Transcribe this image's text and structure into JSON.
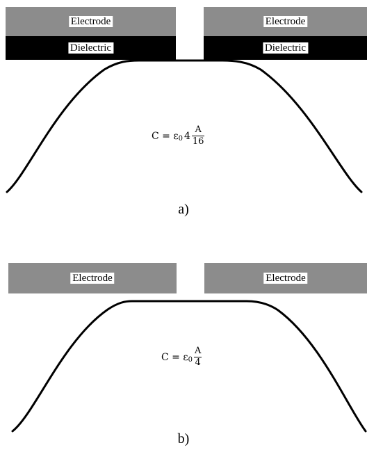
{
  "colors": {
    "electrode": "#8c8c8c",
    "dielectric": "#000000",
    "line": "#000000"
  },
  "panel_a": {
    "caption": "a)",
    "left_electrode": "Electrode",
    "right_electrode": "Electrode",
    "left_dielectric": "Dielectric",
    "right_dielectric": "Dielectric",
    "formula": {
      "lhs": "C = ε",
      "sub": "0",
      "coef": "4",
      "num": "A",
      "den": "16"
    }
  },
  "panel_b": {
    "caption": "b)",
    "left_electrode": "Electrode",
    "right_electrode": "Electrode",
    "formula": {
      "lhs": "C = ε",
      "sub": "0",
      "num": "A",
      "den": "4"
    }
  }
}
